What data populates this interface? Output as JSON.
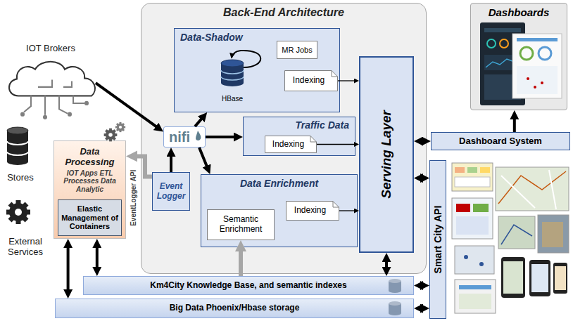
{
  "diagram": {
    "nodes": [
      {
        "text": [
          "IOT Brokers"
        ]
      },
      {
        "text": [
          "Back-End Architecture"
        ]
      },
      {
        "text": [
          "Data-Shadow"
        ],
        "in": 1
      },
      {
        "text": [
          "HBase"
        ],
        "in": 2
      },
      {
        "text": [
          "MR Jobs"
        ],
        "in": 2
      },
      {
        "text": [
          "Indexing"
        ],
        "in": 2
      },
      {
        "text": [
          "nifi"
        ],
        "in": 1
      },
      {
        "text": [
          "Traffic Data"
        ],
        "in": 1
      },
      {
        "text": [
          "Indexing"
        ],
        "in": 7
      },
      {
        "text": [
          "Event Logger"
        ],
        "in": 1
      },
      {
        "text": [
          "Data Enrichment"
        ],
        "in": 1
      },
      {
        "text": [
          "Semantic Enrichment"
        ],
        "in": 10
      },
      {
        "text": [
          "Indexing"
        ],
        "in": 10
      },
      {
        "text": [
          "Serving Layer"
        ],
        "in": 1
      },
      {
        "text": [
          "Dashboards"
        ]
      },
      {
        "text": [
          "Dashboard System"
        ]
      },
      {
        "text": [
          "Data Processing",
          "IOT Apps ETL Processes Data Analytic"
        ]
      },
      {
        "text": [
          "Elastic Management of Containers"
        ],
        "in": 16
      },
      {
        "text": [
          "Smart City API"
        ]
      },
      {
        "text": [
          "Km4City Knowledge Base, and semantic indexes"
        ]
      },
      {
        "text": [
          "Big Data Phoenix/Hbase storage"
        ]
      }
    ],
    "edges": [
      {
        "from": 0,
        "to": 6,
        "arrow": "to"
      },
      {
        "from": 9,
        "to": 6,
        "arrow": "to"
      },
      {
        "from": 6,
        "to": 2,
        "arrow": "to"
      },
      {
        "from": 6,
        "to": 7,
        "arrow": "to"
      },
      {
        "from": 6,
        "to": 10,
        "arrow": "to"
      },
      {
        "from": 5,
        "to": 13,
        "arrow": "to"
      },
      {
        "from": 8,
        "to": 13,
        "arrow": "to"
      },
      {
        "from": 12,
        "to": 13,
        "arrow": "to"
      },
      {
        "from": 13,
        "to": 15,
        "arrow": "both"
      },
      {
        "from": 15,
        "to": 14,
        "arrow": "to"
      },
      {
        "from": 13,
        "to": 18,
        "arrow": "both"
      },
      {
        "from": 13,
        "to": 19,
        "arrow": "both"
      },
      {
        "from": 19,
        "to": 18,
        "arrow": "both"
      },
      {
        "from": 20,
        "to": 18,
        "arrow": "both"
      },
      {
        "from": 16,
        "to": 20,
        "arrow": "both"
      },
      {
        "from": 16,
        "to": 19,
        "arrow": "both"
      },
      {
        "from": 9,
        "to": 16,
        "arrow": "to"
      },
      {
        "from": 19,
        "to": 11,
        "arrow": "to"
      }
    ],
    "labels": [
      "Stores",
      "External Services",
      "EventLogger API"
    ]
  }
}
